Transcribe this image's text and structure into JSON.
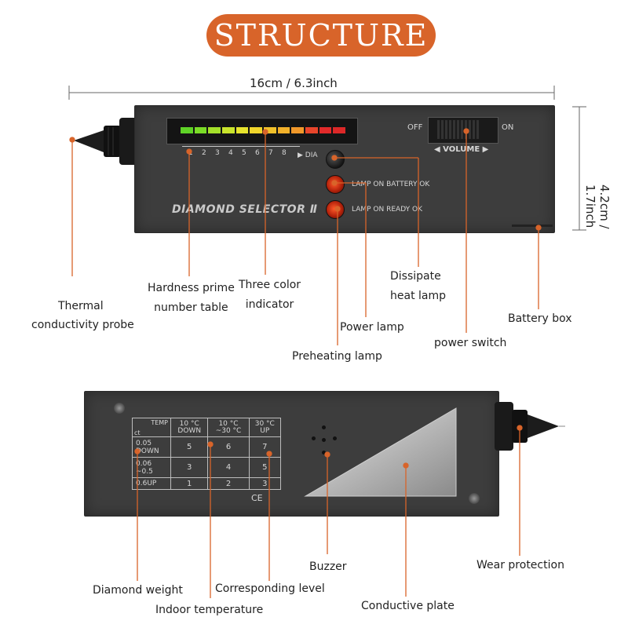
{
  "title": "STRUCTURE",
  "dimensions": {
    "length": "16cm / 6.3inch",
    "height": "4.2cm / 1.7inch"
  },
  "colors": {
    "banner": "#d8642a",
    "leader": "#d8642a",
    "body": "#3d3d3d"
  },
  "top_device": {
    "brand": "DIAMOND SELECTOR Ⅱ",
    "scale_numbers": [
      "1",
      "2",
      "3",
      "4",
      "5",
      "6",
      "7",
      "8"
    ],
    "dia_label": "▶ DIA",
    "lamp_battery_label": "LAMP ON BATTERY OK",
    "lamp_ready_label": "LAMP ON READY OK",
    "switch_off": "OFF",
    "switch_on": "ON",
    "volume_label": "◀ VOLUME ▶",
    "led_colors": [
      "#5fd327",
      "#7bdc27",
      "#a4e02a",
      "#c9e42c",
      "#e6e32d",
      "#f0d52b",
      "#f1c12a",
      "#f2b12a",
      "#f0982a",
      "#e8452b",
      "#e22a2a",
      "#dc2828"
    ]
  },
  "bottom_device": {
    "table_header": {
      "corner_top": "TEMP",
      "corner_bottom": "ct",
      "col1": "10 °C\nDOWN",
      "col2": "10 °C\n~30 °C",
      "col3": "30 °C\nUP"
    },
    "rows": [
      {
        "weight": "0.05\nDOWN",
        "values": [
          "5",
          "6",
          "7"
        ]
      },
      {
        "weight": "0.06\n~0.5",
        "values": [
          "3",
          "4",
          "5"
        ]
      },
      {
        "weight": "0.6UP",
        "values": [
          "1",
          "2",
          "3"
        ]
      }
    ],
    "ce_mark": "CE"
  },
  "callouts": {
    "thermal_probe": "Thermal\nconductivity probe",
    "hardness_table": "Hardness prime\nnumber table",
    "three_color": "Three color\nindicator",
    "dissipate_lamp": "Dissipate\nheat lamp",
    "power_lamp": "Power lamp",
    "preheating_lamp": "Preheating lamp",
    "power_switch": "power switch",
    "battery_box": "Battery box",
    "buzzer": "Buzzer",
    "wear_protection": "Wear protection",
    "diamond_weight": "Diamond weight",
    "corresponding_level": "Corresponding level",
    "indoor_temperature": "Indoor temperature",
    "conductive_plate": "Conductive plate"
  }
}
